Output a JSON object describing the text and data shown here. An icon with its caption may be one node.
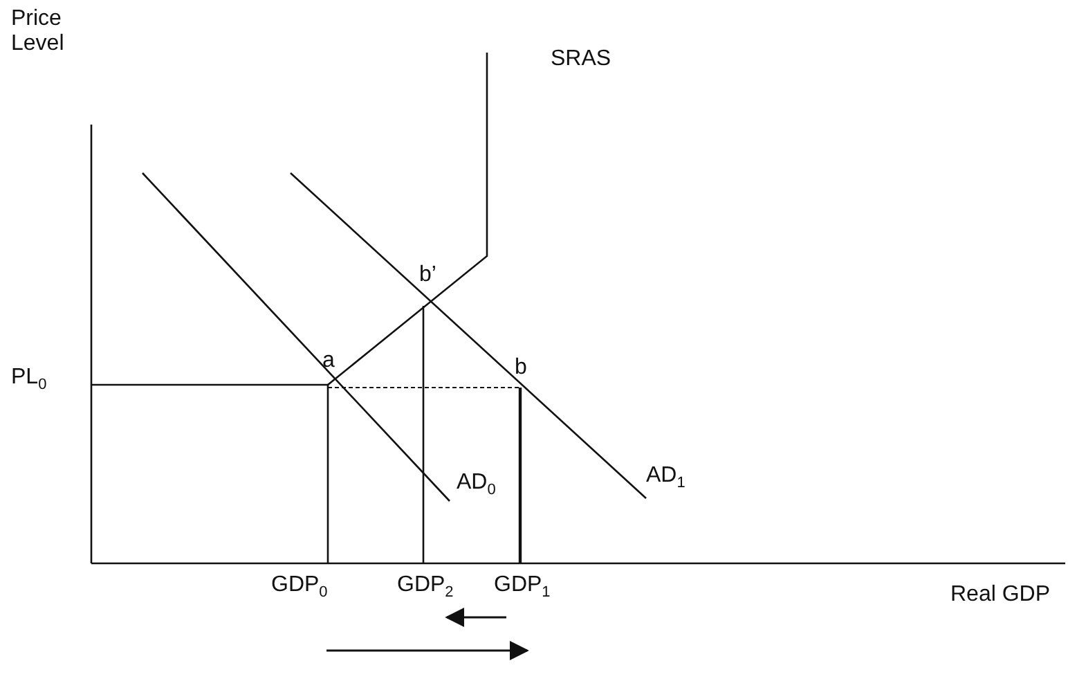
{
  "diagram": {
    "labels": [
      "Price Level",
      "SRAS",
      "b’",
      "PL$_{0}$",
      "a",
      "b",
      "AD$_{0}$",
      "AD$_{1}$",
      "GDP$_{0}$",
      "GDP$_{2}$",
      "GDP$_{1}$",
      "Real GDP"
    ]
  }
}
